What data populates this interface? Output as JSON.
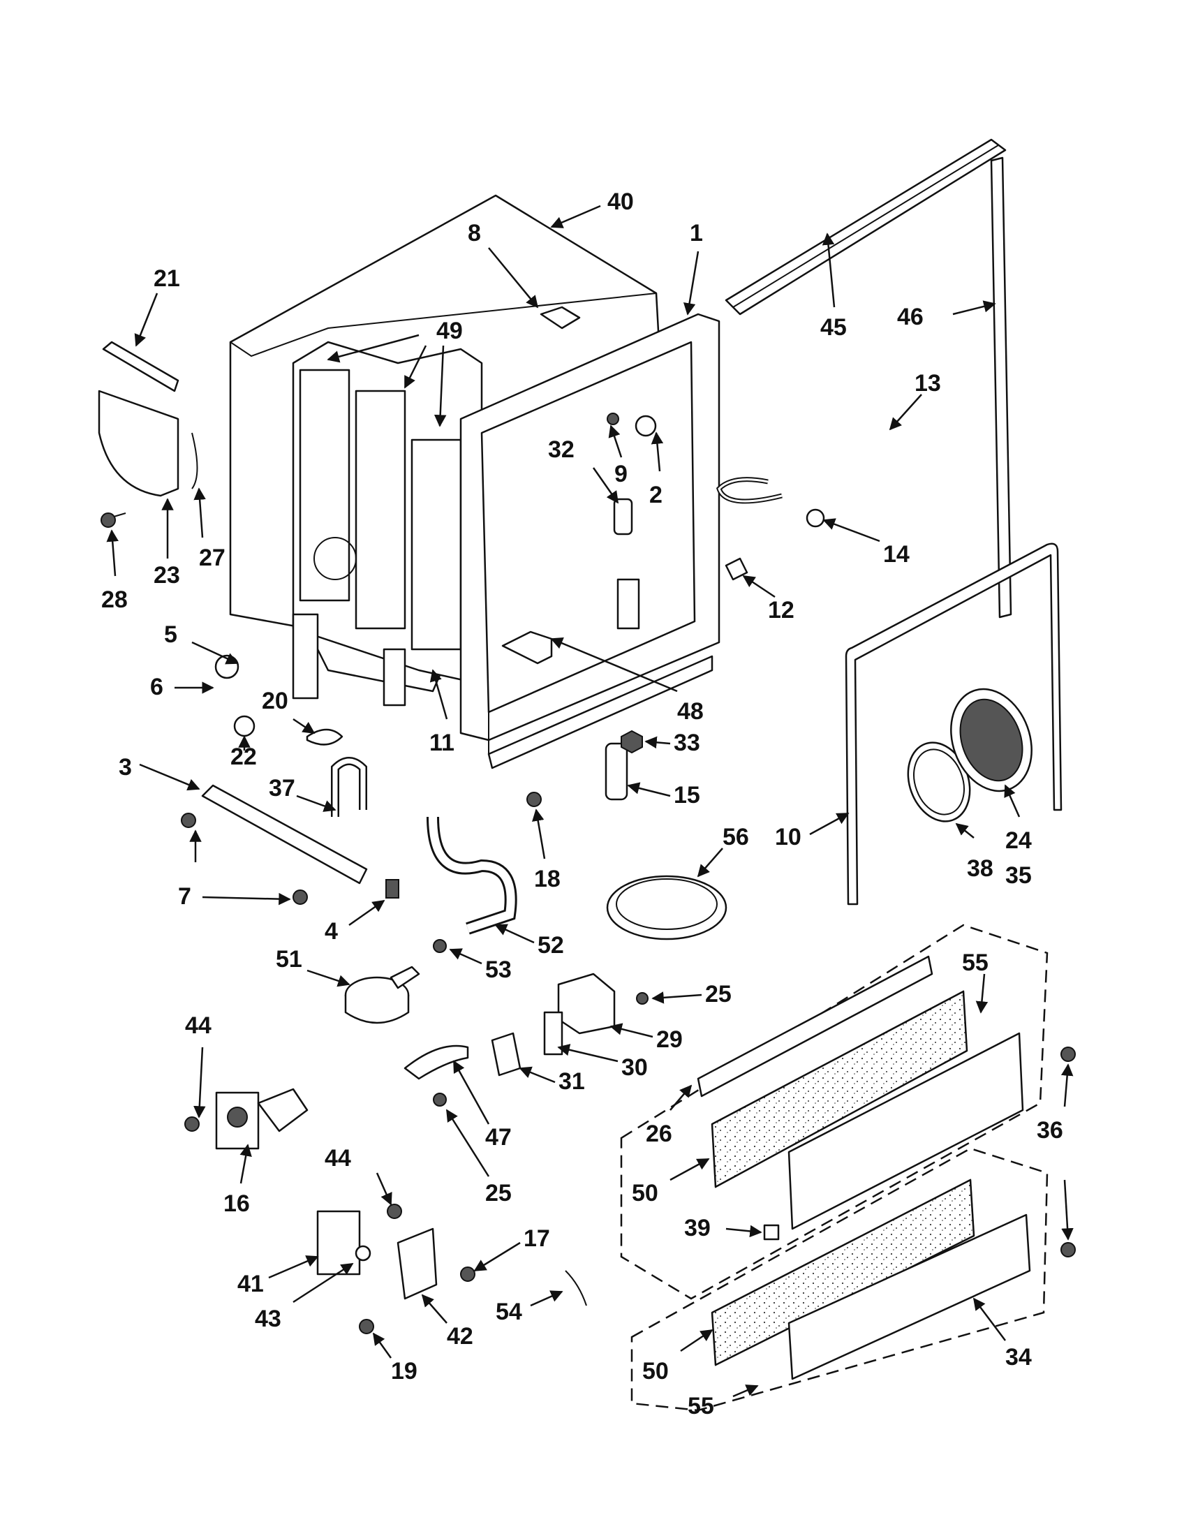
{
  "callouts": [
    {
      "id": "c1",
      "text": "1"
    },
    {
      "id": "c2",
      "text": "2"
    },
    {
      "id": "c3",
      "text": "3"
    },
    {
      "id": "c4",
      "text": "4"
    },
    {
      "id": "c5",
      "text": "5"
    },
    {
      "id": "c6",
      "text": "6"
    },
    {
      "id": "c7",
      "text": "7"
    },
    {
      "id": "c8",
      "text": "8"
    },
    {
      "id": "c9",
      "text": "9"
    },
    {
      "id": "c10",
      "text": "10"
    },
    {
      "id": "c11",
      "text": "11"
    },
    {
      "id": "c12",
      "text": "12"
    },
    {
      "id": "c13",
      "text": "13"
    },
    {
      "id": "c14",
      "text": "14"
    },
    {
      "id": "c15",
      "text": "15"
    },
    {
      "id": "c16",
      "text": "16"
    },
    {
      "id": "c17",
      "text": "17"
    },
    {
      "id": "c18",
      "text": "18"
    },
    {
      "id": "c19",
      "text": "19"
    },
    {
      "id": "c20",
      "text": "20"
    },
    {
      "id": "c21",
      "text": "21"
    },
    {
      "id": "c22",
      "text": "22"
    },
    {
      "id": "c23",
      "text": "23"
    },
    {
      "id": "c24",
      "text": "24"
    },
    {
      "id": "c25a",
      "text": "25"
    },
    {
      "id": "c25b",
      "text": "25"
    },
    {
      "id": "c26",
      "text": "26"
    },
    {
      "id": "c27",
      "text": "27"
    },
    {
      "id": "c28",
      "text": "28"
    },
    {
      "id": "c29",
      "text": "29"
    },
    {
      "id": "c30",
      "text": "30"
    },
    {
      "id": "c31",
      "text": "31"
    },
    {
      "id": "c32",
      "text": "32"
    },
    {
      "id": "c33",
      "text": "33"
    },
    {
      "id": "c34",
      "text": "34"
    },
    {
      "id": "c35",
      "text": "35"
    },
    {
      "id": "c36",
      "text": "36"
    },
    {
      "id": "c37",
      "text": "37"
    },
    {
      "id": "c38",
      "text": "38"
    },
    {
      "id": "c39",
      "text": "39"
    },
    {
      "id": "c40",
      "text": "40"
    },
    {
      "id": "c41",
      "text": "41"
    },
    {
      "id": "c42",
      "text": "42"
    },
    {
      "id": "c43",
      "text": "43"
    },
    {
      "id": "c44a",
      "text": "44"
    },
    {
      "id": "c44b",
      "text": "44"
    },
    {
      "id": "c45",
      "text": "45"
    },
    {
      "id": "c46",
      "text": "46"
    },
    {
      "id": "c47",
      "text": "47"
    },
    {
      "id": "c48",
      "text": "48"
    },
    {
      "id": "c49",
      "text": "49"
    },
    {
      "id": "c50a",
      "text": "50"
    },
    {
      "id": "c50b",
      "text": "50"
    },
    {
      "id": "c51",
      "text": "51"
    },
    {
      "id": "c52",
      "text": "52"
    },
    {
      "id": "c53",
      "text": "53"
    },
    {
      "id": "c54",
      "text": "54"
    },
    {
      "id": "c55a",
      "text": "55"
    },
    {
      "id": "c55b",
      "text": "55"
    },
    {
      "id": "c56",
      "text": "56"
    }
  ]
}
